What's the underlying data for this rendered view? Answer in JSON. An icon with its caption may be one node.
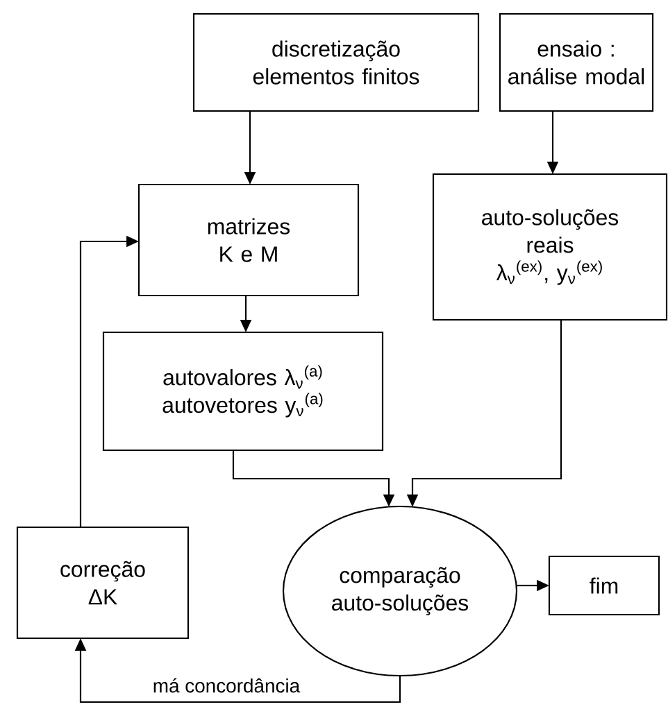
{
  "diagram": {
    "nodes": [
      {
        "text": [
          "discretização elementos finitos"
        ]
      },
      {
        "text": [
          "ensaio : análise modal"
        ]
      },
      {
        "text": [
          "matrizes K e M"
        ]
      },
      {
        "text": [
          "auto-soluções reais",
          "λ$_{ν}$$^{(ex)}$,  y$_{ν}$$^{(ex)}$"
        ]
      },
      {
        "text": [
          "autovalores  λ$_{ν}$$^{(a)}$",
          "autovetores  y$_{ν}$$^{(a)}$"
        ]
      },
      {
        "text": [
          "correção ΔK"
        ]
      },
      {
        "text": [
          "comparação auto-soluções"
        ]
      },
      {
        "text": [
          "fim"
        ]
      }
    ],
    "edges": [
      {
        "from": 0,
        "to": 2,
        "arrow": "to"
      },
      {
        "from": 1,
        "to": 3,
        "arrow": "to"
      },
      {
        "from": 2,
        "to": 4,
        "arrow": "to"
      },
      {
        "from": 4,
        "to": 6,
        "arrow": "to"
      },
      {
        "from": 3,
        "to": 6,
        "arrow": "to"
      },
      {
        "from": 6,
        "to": 7,
        "arrow": "to"
      },
      {
        "from": 6,
        "to": 5,
        "arrow": "to",
        "label": "má concordância"
      },
      {
        "from": 5,
        "to": 2,
        "arrow": "to"
      }
    ]
  }
}
